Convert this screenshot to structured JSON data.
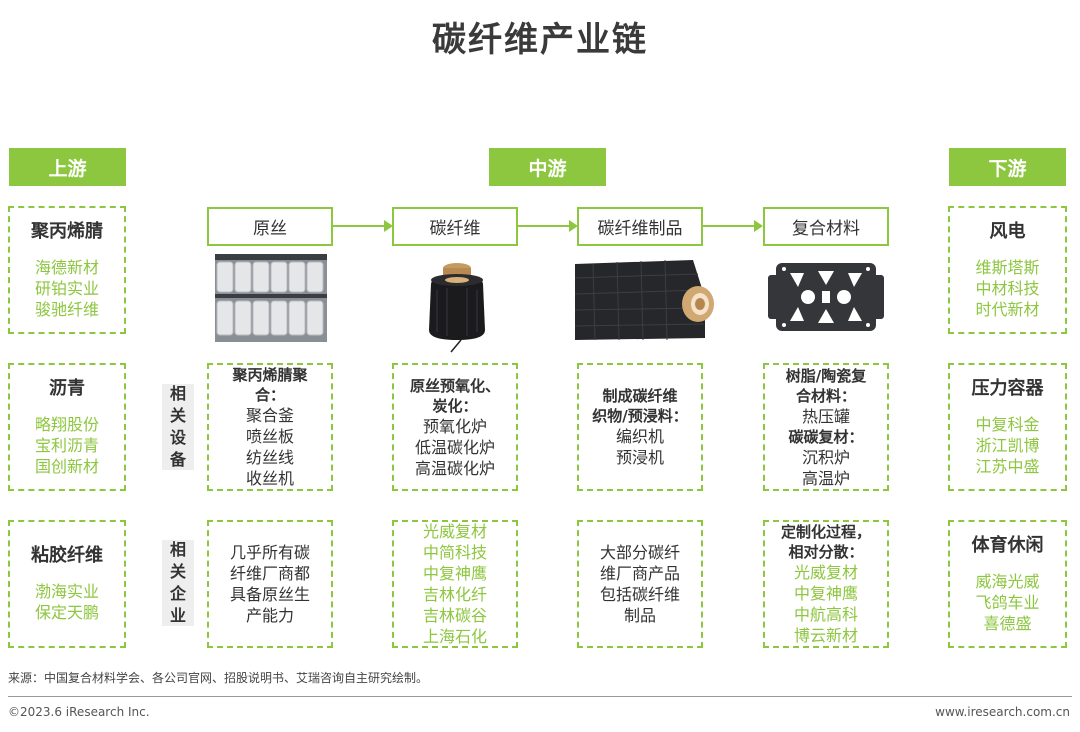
{
  "title": "碳纤维产业链",
  "stages": {
    "upstream": "上游",
    "midstream": "中游",
    "downstream": "下游"
  },
  "processes": [
    "原丝",
    "碳纤维",
    "碳纤维制品",
    "复合材料"
  ],
  "row_labels": {
    "equipment": [
      "相",
      "关",
      "设",
      "备"
    ],
    "companies": [
      "相",
      "关",
      "企",
      "业"
    ]
  },
  "upstream": [
    {
      "name": "聚丙烯腈",
      "companies": [
        "海德新材",
        "研铂实业",
        "骏驰纤维"
      ]
    },
    {
      "name": "沥青",
      "companies": [
        "略翔股份",
        "宝利沥青",
        "国创新材"
      ]
    },
    {
      "name": "粘胶纤维",
      "companies": [
        "渤海实业",
        "保定天鹏"
      ]
    }
  ],
  "downstream": [
    {
      "name": "风电",
      "companies": [
        "维斯塔斯",
        "中材科技",
        "时代新材"
      ]
    },
    {
      "name": "压力容器",
      "companies": [
        "中复科金",
        "浙江凯博",
        "江苏中盛"
      ]
    },
    {
      "name": "体育休闲",
      "companies": [
        "威海光威",
        "飞鸽车业",
        "喜德盛"
      ]
    }
  ],
  "equipment": {
    "yuansi": {
      "head": [
        "聚丙烯腈聚",
        "合："
      ],
      "items": [
        "聚合釜",
        "喷丝板",
        "纺丝线",
        "收丝机"
      ]
    },
    "tanxianwei": {
      "head": [
        "原丝预氧化、",
        "炭化："
      ],
      "items": [
        "预氧化炉",
        "低温碳化炉",
        "高温碳化炉"
      ]
    },
    "zhipin": {
      "head": [
        "制成碳纤维",
        "织物/预浸料："
      ],
      "items": [
        "编织机",
        "预浸机"
      ]
    },
    "fuhe": {
      "head1": [
        "树脂/陶瓷复",
        "合材料："
      ],
      "items1": [
        "热压罐"
      ],
      "head2": [
        "碳碳复材："
      ],
      "items2": [
        "沉积炉",
        "高温炉"
      ]
    }
  },
  "companies": {
    "yuansi": [
      "几乎所有碳",
      "纤维厂商都",
      "具备原丝生",
      "产能力"
    ],
    "tanxianwei": [
      "光威复材",
      "中简科技",
      "中复神鹰",
      "吉林化纤",
      "吉林碳谷",
      "上海石化"
    ],
    "zhipin": [
      "大部分碳纤",
      "维厂商产品",
      "包括碳纤维",
      "制品"
    ],
    "fuhe": {
      "head": [
        "定制化过程，",
        "相对分散："
      ],
      "items": [
        "光威复材",
        "中复神鹰",
        "中航高科",
        "博云新材"
      ]
    }
  },
  "footnote": "来源：中国复合材料学会、各公司官网、招股说明书、艾瑞咨询自主研究绘制。",
  "copyright": "©2023.6 iResearch Inc.",
  "website": "www.iresearch.com.cn",
  "colors": {
    "accent": "#8dc63f",
    "text": "#333333",
    "label_bg": "#eeeeee"
  }
}
